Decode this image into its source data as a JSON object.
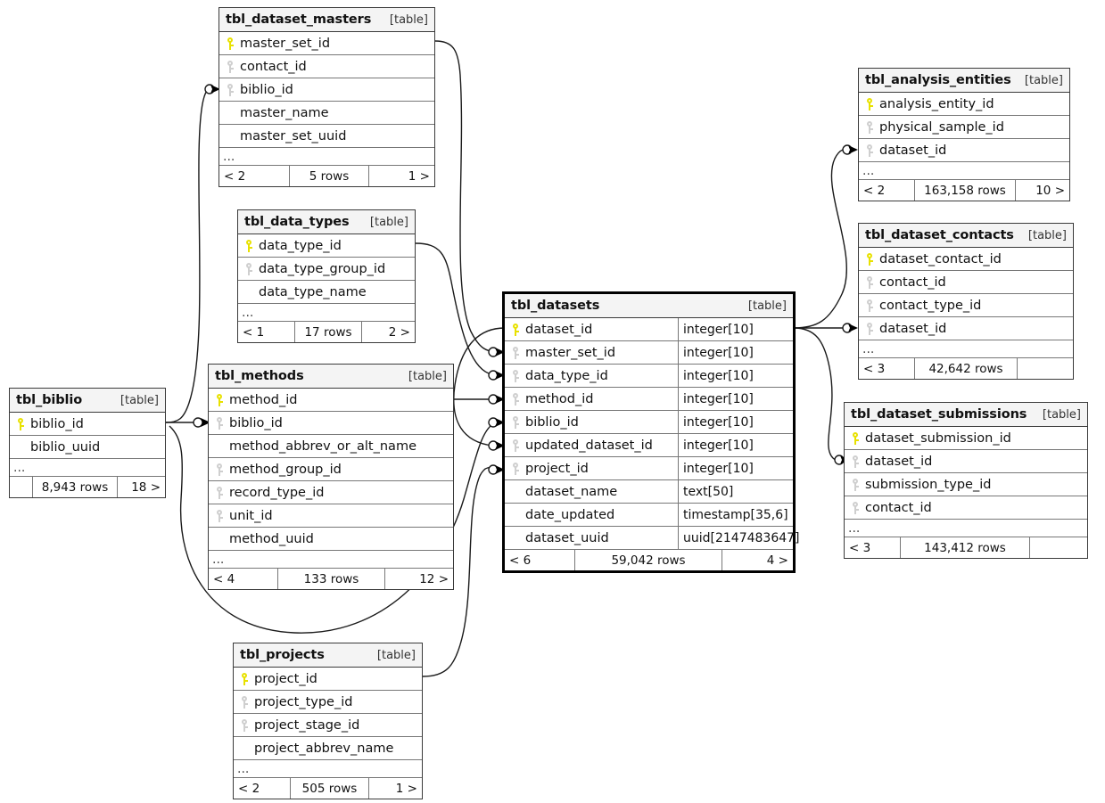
{
  "diagram": {
    "kind": "database-schema-erd",
    "table_tag": "[table]",
    "ellipsis": "...",
    "colors": {
      "primary_key": "#e8e100",
      "foreign_key": "#cfcfcf",
      "header_bg": "#f4f4f4",
      "border": "#3a3a3a",
      "focus_border": "#000000",
      "background": "#ffffff",
      "connector": "#1a1a1a"
    }
  },
  "tables": {
    "dataset_masters": {
      "name": "tbl_dataset_masters",
      "type": "[table]",
      "fields": [
        {
          "label": "master_set_id",
          "key": "pk",
          "type": ""
        },
        {
          "label": "contact_id",
          "key": "fk",
          "type": ""
        },
        {
          "label": "biblio_id",
          "key": "fk",
          "type": ""
        },
        {
          "label": "master_name",
          "key": "none",
          "type": ""
        },
        {
          "label": "master_set_uuid",
          "key": "none",
          "type": ""
        }
      ],
      "more": "...",
      "footer": {
        "prev": "< 2",
        "rows": "5 rows",
        "next": "1 >"
      }
    },
    "data_types": {
      "name": "tbl_data_types",
      "type": "[table]",
      "fields": [
        {
          "label": "data_type_id",
          "key": "pk",
          "type": ""
        },
        {
          "label": "data_type_group_id",
          "key": "fk",
          "type": ""
        },
        {
          "label": "data_type_name",
          "key": "none",
          "type": ""
        }
      ],
      "more": "...",
      "footer": {
        "prev": "< 1",
        "rows": "17 rows",
        "next": "2 >"
      }
    },
    "biblio": {
      "name": "tbl_biblio",
      "type": "[table]",
      "fields": [
        {
          "label": "biblio_id",
          "key": "pk",
          "type": ""
        },
        {
          "label": "biblio_uuid",
          "key": "none",
          "type": ""
        }
      ],
      "more": "...",
      "footer": {
        "prev": "",
        "rows": "8,943 rows",
        "next": "18 >"
      }
    },
    "methods": {
      "name": "tbl_methods",
      "type": "[table]",
      "fields": [
        {
          "label": "method_id",
          "key": "pk",
          "type": ""
        },
        {
          "label": "biblio_id",
          "key": "fk",
          "type": ""
        },
        {
          "label": "method_abbrev_or_alt_name",
          "key": "none",
          "type": ""
        },
        {
          "label": "method_group_id",
          "key": "fk",
          "type": ""
        },
        {
          "label": "record_type_id",
          "key": "fk",
          "type": ""
        },
        {
          "label": "unit_id",
          "key": "fk",
          "type": ""
        },
        {
          "label": "method_uuid",
          "key": "none",
          "type": ""
        }
      ],
      "more": "...",
      "footer": {
        "prev": "< 4",
        "rows": "133 rows",
        "next": "12 >"
      }
    },
    "projects": {
      "name": "tbl_projects",
      "type": "[table]",
      "fields": [
        {
          "label": "project_id",
          "key": "pk",
          "type": ""
        },
        {
          "label": "project_type_id",
          "key": "fk",
          "type": ""
        },
        {
          "label": "project_stage_id",
          "key": "fk",
          "type": ""
        },
        {
          "label": "project_abbrev_name",
          "key": "none",
          "type": ""
        }
      ],
      "more": "...",
      "footer": {
        "prev": "< 2",
        "rows": "505 rows",
        "next": "1 >"
      }
    },
    "datasets": {
      "name": "tbl_datasets",
      "type": "[table]",
      "focused": true,
      "fields": [
        {
          "label": "dataset_id",
          "key": "pk",
          "type": "integer[10]"
        },
        {
          "label": "master_set_id",
          "key": "fk",
          "type": "integer[10]"
        },
        {
          "label": "data_type_id",
          "key": "fk",
          "type": "integer[10]"
        },
        {
          "label": "method_id",
          "key": "fk",
          "type": "integer[10]"
        },
        {
          "label": "biblio_id",
          "key": "fk",
          "type": "integer[10]"
        },
        {
          "label": "updated_dataset_id",
          "key": "fk",
          "type": "integer[10]"
        },
        {
          "label": "project_id",
          "key": "fk",
          "type": "integer[10]"
        },
        {
          "label": "dataset_name",
          "key": "none",
          "type": "text[50]"
        },
        {
          "label": "date_updated",
          "key": "none",
          "type": "timestamp[35,6]"
        },
        {
          "label": "dataset_uuid",
          "key": "none",
          "type": "uuid[2147483647]"
        }
      ],
      "footer": {
        "prev": "< 6",
        "rows": "59,042 rows",
        "next": "4 >"
      }
    },
    "analysis_entities": {
      "name": "tbl_analysis_entities",
      "type": "[table]",
      "fields": [
        {
          "label": "analysis_entity_id",
          "key": "pk",
          "type": ""
        },
        {
          "label": "physical_sample_id",
          "key": "fk",
          "type": ""
        },
        {
          "label": "dataset_id",
          "key": "fk",
          "type": ""
        }
      ],
      "more": "...",
      "footer": {
        "prev": "< 2",
        "rows": "163,158 rows",
        "next": "10 >"
      }
    },
    "dataset_contacts": {
      "name": "tbl_dataset_contacts",
      "type": "[table]",
      "fields": [
        {
          "label": "dataset_contact_id",
          "key": "pk",
          "type": ""
        },
        {
          "label": "contact_id",
          "key": "fk",
          "type": ""
        },
        {
          "label": "contact_type_id",
          "key": "fk",
          "type": ""
        },
        {
          "label": "dataset_id",
          "key": "fk",
          "type": ""
        }
      ],
      "more": "...",
      "footer": {
        "prev": "< 3",
        "rows": "42,642 rows",
        "next": ""
      }
    },
    "dataset_submissions": {
      "name": "tbl_dataset_submissions",
      "type": "[table]",
      "fields": [
        {
          "label": "dataset_submission_id",
          "key": "pk",
          "type": ""
        },
        {
          "label": "dataset_id",
          "key": "fk",
          "type": ""
        },
        {
          "label": "submission_type_id",
          "key": "fk",
          "type": ""
        },
        {
          "label": "contact_id",
          "key": "fk",
          "type": ""
        }
      ],
      "more": "...",
      "footer": {
        "prev": "< 3",
        "rows": "143,412 rows",
        "next": ""
      }
    }
  },
  "relationships": [
    {
      "from": "tbl_biblio.biblio_id",
      "to": "tbl_dataset_masters.biblio_id"
    },
    {
      "from": "tbl_biblio.biblio_id",
      "to": "tbl_methods.biblio_id"
    },
    {
      "from": "tbl_biblio.biblio_id",
      "to": "tbl_datasets.biblio_id"
    },
    {
      "from": "tbl_dataset_masters.master_set_id",
      "to": "tbl_datasets.master_set_id"
    },
    {
      "from": "tbl_data_types.data_type_id",
      "to": "tbl_datasets.data_type_id"
    },
    {
      "from": "tbl_methods.method_id",
      "to": "tbl_datasets.method_id"
    },
    {
      "from": "tbl_projects.project_id",
      "to": "tbl_datasets.project_id"
    },
    {
      "from": "tbl_datasets.dataset_id",
      "to": "tbl_datasets.updated_dataset_id"
    },
    {
      "from": "tbl_datasets.dataset_id",
      "to": "tbl_analysis_entities.dataset_id"
    },
    {
      "from": "tbl_datasets.dataset_id",
      "to": "tbl_dataset_contacts.dataset_id"
    },
    {
      "from": "tbl_datasets.dataset_id",
      "to": "tbl_dataset_submissions.dataset_id"
    }
  ]
}
